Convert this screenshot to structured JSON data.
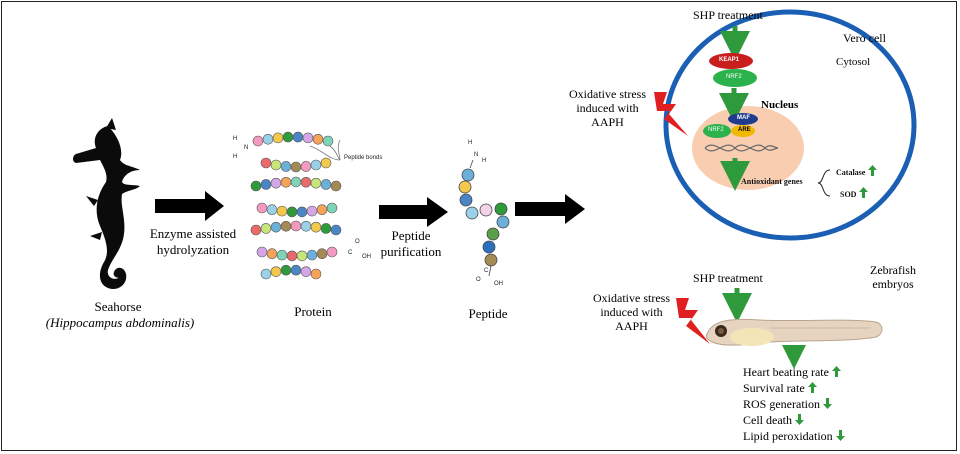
{
  "left": {
    "seahorse_label": "Seahorse",
    "seahorse_species": "Hippocampus abdominalis",
    "step1_line1": "Enzyme assisted",
    "step1_line2": "hydrolyzation",
    "protein_label": "Protein",
    "peptide_bonds_label": "Peptide bonds",
    "step2_line1": "Peptide",
    "step2_line2": "purification",
    "peptide_label": "Peptide",
    "chem_h": "H",
    "chem_n": "N",
    "chem_c": "C",
    "chem_o": "O",
    "chem_oh": "OH"
  },
  "cell_panel": {
    "treatment_label": "SHP treatment",
    "cell_name": "Vero cell",
    "cytosol_label": "Cytosol",
    "nucleus_label": "Nucleus",
    "stress_line1": "Oxidative stress",
    "stress_line2": "induced with",
    "stress_line3": "AAPH",
    "keap1": "KEAP1",
    "nrf2": "NRF2",
    "maf": "MAF",
    "nrf2_nuc": "NRF2",
    "are": "ARE",
    "genes_label": "Antioxidant genes",
    "catalase": "Catalase",
    "sod": "SOD"
  },
  "fish_panel": {
    "treatment_label": "SHP treatment",
    "organism_line1": "Zebrafish",
    "organism_line2": "embryos",
    "stress_line1": "Oxidative stress",
    "stress_line2": "induced with",
    "stress_line3": "AAPH",
    "outcomes": [
      {
        "text": "Heart beating rate",
        "direction": "up"
      },
      {
        "text": "Survival rate",
        "direction": "up"
      },
      {
        "text": "ROS generation",
        "direction": "down"
      },
      {
        "text": "Cell death",
        "direction": "down"
      },
      {
        "text": "Lipid peroxidation",
        "direction": "down"
      }
    ]
  },
  "colors": {
    "membrane": "#1a5fb4",
    "nucleus": "#f8cdb0",
    "arrow_green": "#2e9a3c",
    "lightning": "#e02020",
    "keap1": "#c81e1e",
    "nrf2": "#2bb24c",
    "maf": "#1f3b8f",
    "are": "#f0b800"
  },
  "icons": [
    "seahorse-icon",
    "lightning-icon",
    "up-arrow-icon",
    "down-arrow-icon",
    "zebrafish-icon",
    "dna-icon"
  ]
}
